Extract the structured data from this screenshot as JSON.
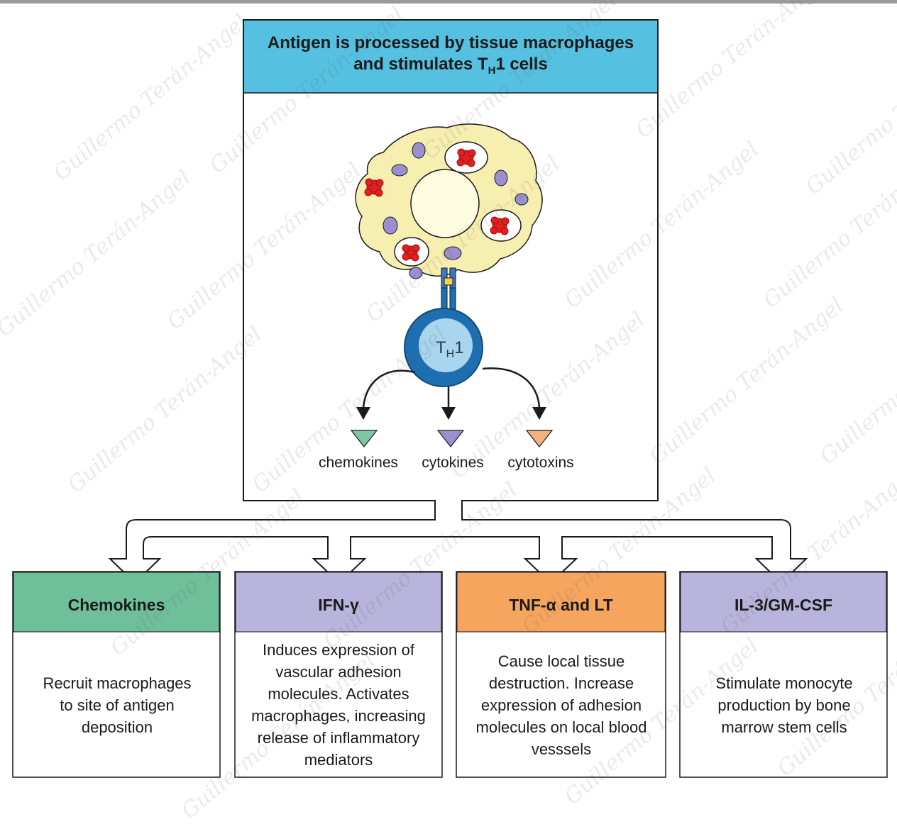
{
  "header": {
    "line1": "Antigen is processed by tissue macrophages",
    "line2_prefix": "and stimulates T",
    "line2_sub": "H",
    "line2_suffix": "1 cells"
  },
  "cell_label": {
    "main": "T",
    "sub": "H",
    "suffix": "1"
  },
  "secretions": [
    {
      "label": "chemokines",
      "color": "#7fc6a4"
    },
    {
      "label": "cytokines",
      "color": "#9b8fd0"
    },
    {
      "label": "cytotoxins",
      "color": "#f2b27a"
    }
  ],
  "boxes": [
    {
      "title": "Chemokines",
      "text": "Recruit macrophages to site of antigen deposition",
      "color": "#6fbf9b"
    },
    {
      "title": "IFN-γ",
      "text": "Induces expression of vascular adhesion molecules. Activates macrophages, increasing release of inflammatory mediators",
      "color": "#b8b4dc"
    },
    {
      "title": "TNF-α and LT",
      "text": "Cause local tissue destruction. Increase expression of adhesion molecules on local blood vesssels",
      "color": "#f5a55e"
    },
    {
      "title": "IL-3/GM-CSF",
      "text": "Stimulate monocyte production by bone marrow stem cells",
      "color": "#b8b4dc"
    }
  ],
  "watermark": "Guillermo Terán-Angel",
  "colors": {
    "header_band": "#56c0e0",
    "macrophage_fill": "#f7efb0",
    "nucleus_fill": "#fdfbe0",
    "vesicle_fill": "#9b8fd0",
    "antigen_red": "#e02020",
    "th1_blue": "#1e6fb0",
    "th1_inner": "#a9d6ee"
  }
}
